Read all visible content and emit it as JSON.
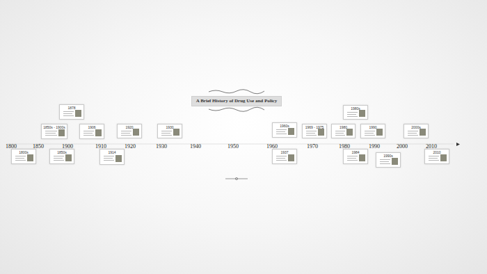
{
  "diagram": {
    "title": "A Brief History of Drug Use and Policy",
    "nodes": [
      {
        "text": [
          "1878"
        ]
      },
      {
        "text": [
          "1980s"
        ]
      },
      {
        "text": [
          "1850s - 1900s"
        ]
      },
      {
        "text": [
          "1906"
        ]
      },
      {
        "text": [
          "1920"
        ]
      },
      {
        "text": [
          "1930"
        ]
      },
      {
        "text": [
          "1960s"
        ]
      },
      {
        "text": [
          "1969 - 1975"
        ]
      },
      {
        "text": [
          "1980"
        ]
      },
      {
        "text": [
          "1990"
        ]
      },
      {
        "text": [
          "2000s"
        ]
      },
      {
        "text": [
          "1800s"
        ]
      },
      {
        "text": [
          "1850s"
        ]
      },
      {
        "text": [
          "1914"
        ]
      },
      {
        "text": [
          "1937"
        ]
      },
      {
        "text": [
          "1984"
        ]
      },
      {
        "text": [
          "1990s"
        ]
      },
      {
        "text": [
          "2010"
        ]
      }
    ],
    "labels": [
      "1800",
      "1850",
      "1900",
      "1910",
      "1920",
      "1930",
      "1940",
      "1950",
      "1960",
      "1970",
      "1980",
      "1990",
      "2000",
      "2010"
    ]
  }
}
